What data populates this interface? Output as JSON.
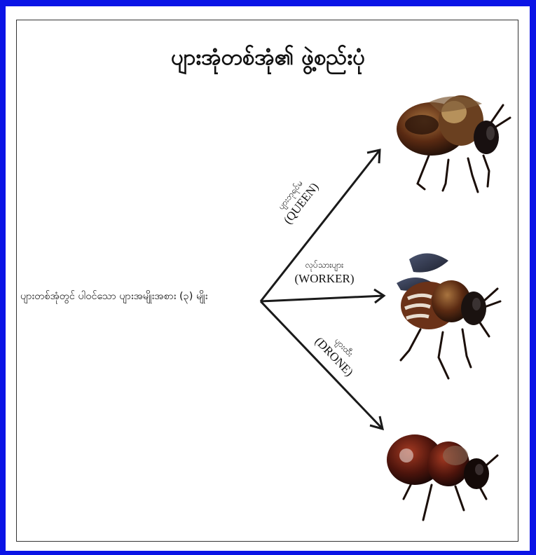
{
  "title": "ပျားအုံတစ်အုံ၏ ဖွဲ့စည်းပုံ",
  "source_label": "ပျားတစ်အုံတွင် ပါဝင်သော ပျားအမျိုးအစား (၃) မျိုး",
  "branches": [
    {
      "name_my": "ပျားဘုရင်မ",
      "name_en": "(QUEEN)"
    },
    {
      "name_my": "လုပ်သားပျား",
      "name_en": "(WORKER)"
    },
    {
      "name_my": "ပျားထီး",
      "name_en": "(DRONE)"
    }
  ],
  "colors": {
    "frame": "#0b14e6",
    "arrow": "#1a1a1a"
  },
  "images": [
    "queen-bee",
    "worker-bee",
    "drone-bee"
  ]
}
